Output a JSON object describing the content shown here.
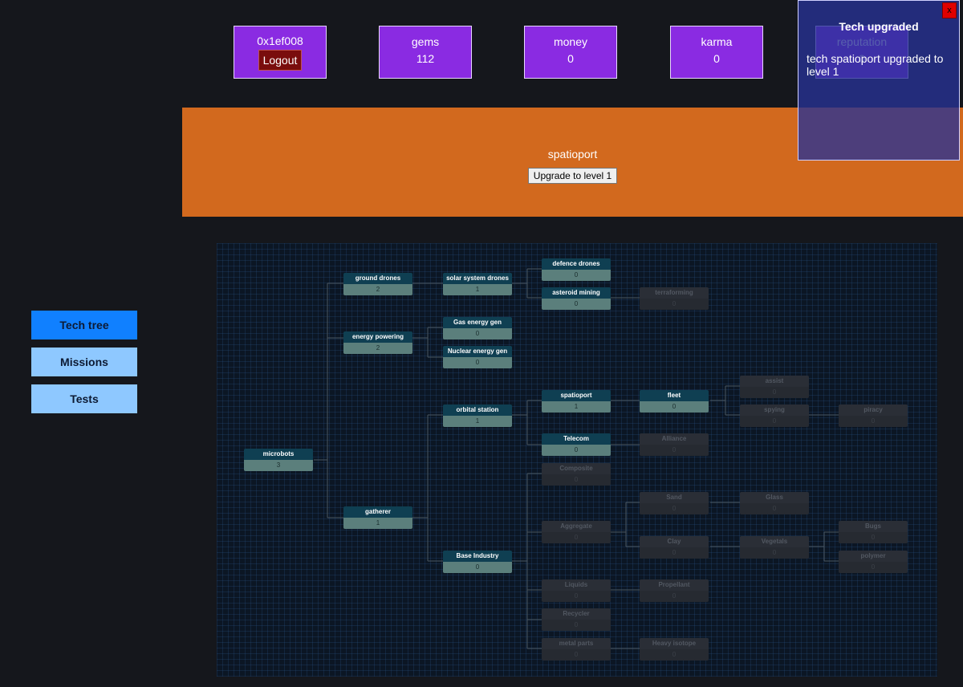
{
  "stats": {
    "user": "0x1ef008",
    "logout_label": "Logout",
    "gems_label": "gems",
    "gems_value": "112",
    "money_label": "money",
    "money_value": "0",
    "karma_label": "karma",
    "karma_value": "0",
    "reputation_label": "reputation",
    "reputation_value": "0"
  },
  "detail": {
    "name": "spatioport",
    "upgrade_label": "Upgrade to level 1"
  },
  "nav": {
    "tech_tree": "Tech tree",
    "missions": "Missions",
    "tests": "Tests"
  },
  "toast": {
    "title": "Tech upgraded",
    "message": "tech spatioport upgraded to level 1",
    "close": "x"
  },
  "tree": {
    "microbots": {
      "name": "microbots",
      "level": "3"
    },
    "ground_drones": {
      "name": "ground drones",
      "level": "2"
    },
    "energy_powering": {
      "name": "energy powering",
      "level": "2"
    },
    "gatherer": {
      "name": "gatherer",
      "level": "1"
    },
    "solar_system_drones": {
      "name": "solar system drones",
      "level": "1"
    },
    "gas_energy_gen": {
      "name": "Gas energy gen",
      "level": "0"
    },
    "nuclear_energy_gen": {
      "name": "Nuclear energy gen",
      "level": "0"
    },
    "orbital_station": {
      "name": "orbital station",
      "level": "1"
    },
    "base_industry": {
      "name": "Base Industry",
      "level": "0"
    },
    "defence_drones": {
      "name": "defence drones",
      "level": "0"
    },
    "asteroid_mining": {
      "name": "asteroid mining",
      "level": "0"
    },
    "terraforming": {
      "name": "terraforming",
      "level": "0"
    },
    "spatioport": {
      "name": "spatioport",
      "level": "1"
    },
    "telecom": {
      "name": "Telecom",
      "level": "0"
    },
    "fleet": {
      "name": "fleet",
      "level": "0"
    },
    "alliance": {
      "name": "Alliance",
      "level": "0"
    },
    "assist": {
      "name": "assist",
      "level": "0"
    },
    "spying": {
      "name": "spying",
      "level": "0"
    },
    "piracy": {
      "name": "piracy",
      "level": "0"
    },
    "composite": {
      "name": "Composite",
      "level": "0"
    },
    "aggregate": {
      "name": "Aggregate",
      "level": "0"
    },
    "sand": {
      "name": "Sand",
      "level": "0"
    },
    "glass": {
      "name": "Glass",
      "level": "0"
    },
    "clay": {
      "name": "Clay",
      "level": "0"
    },
    "vegetals": {
      "name": "Vegetals",
      "level": "0"
    },
    "bugs": {
      "name": "Bugs",
      "level": "0"
    },
    "polymer": {
      "name": "polymer",
      "level": "0"
    },
    "liquids": {
      "name": "Liquids",
      "level": "0"
    },
    "propellant": {
      "name": "Propellant",
      "level": "0"
    },
    "recycler": {
      "name": "Recycler",
      "level": "0"
    },
    "metal_parts": {
      "name": "metal parts",
      "level": "0"
    },
    "heavy_isotope": {
      "name": "Heavy isotope",
      "level": "0"
    }
  }
}
